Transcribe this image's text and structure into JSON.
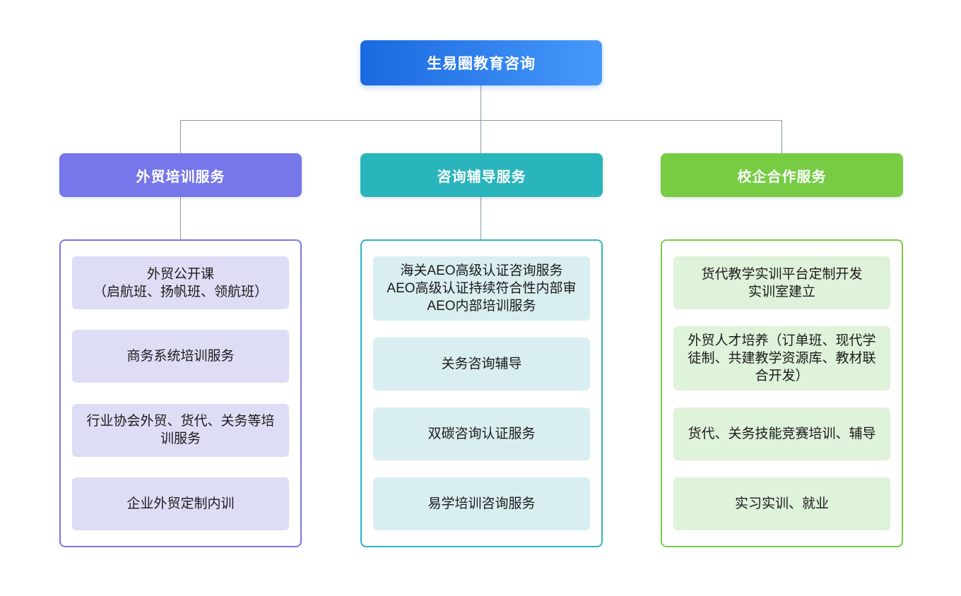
{
  "root": {
    "label": "生易圈教育咨询",
    "gradient_from": "#1A69E0",
    "gradient_to": "#4699FA"
  },
  "connector_color": "#8C9AA8",
  "branches": [
    {
      "label": "外贸培训服务",
      "color": "#7577EA",
      "item_bg": "#DEDDF6",
      "items": [
        "外贸公开课\n（启航班、扬帆班、领航班）",
        "商务系统培训服务",
        "行业协会外贸、货代、关务等培训服务",
        "企业外贸定制内训"
      ]
    },
    {
      "label": "咨询辅导服务",
      "color": "#2AB5BC",
      "item_bg": "#D9EEF1",
      "items": [
        "海关AEO高级认证咨询服务\nAEO高级认证持续符合性内部审\nAEO内部培训服务",
        "关务咨询辅导",
        "双碳咨询认证服务",
        "易学培训咨询服务"
      ]
    },
    {
      "label": "校企合作服务",
      "color": "#77CC44",
      "item_bg": "#DFF2DA",
      "items": [
        "货代教学实训平台定制开发\n实训室建立",
        "外贸人才培养（订单班、现代学徒制、共建教学资源库、教材联合开发）",
        "货代、关务技能竞赛培训、辅导",
        "实习实训、就业"
      ]
    }
  ]
}
